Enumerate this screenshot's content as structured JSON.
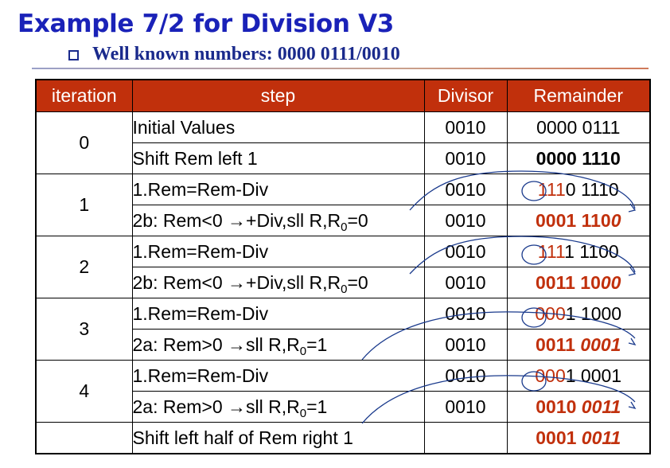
{
  "title": "Example 7/2 for Division V3",
  "subtitle": "Well known numbers: 0000 0111/0010",
  "columns": [
    "iteration",
    "step",
    "Divisor",
    "Remainder"
  ],
  "rows": [
    {
      "iteration": "0",
      "step": "Initial Values",
      "divisor": "0010",
      "rem_a": "0000 0111",
      "rem_b": "",
      "style": "plain"
    },
    {
      "iteration": "",
      "step": "Shift Rem left 1",
      "divisor": "0010",
      "rem_a": "0000 1110",
      "rem_b": "",
      "style": "bold"
    },
    {
      "iteration": "1",
      "step": "1.Rem=Rem-Div",
      "divisor": "0010",
      "rem_a": "1110 1110",
      "rem_b": "",
      "style": "first-red"
    },
    {
      "iteration": "",
      "step_a": "2b: Rem<0 →+Div,sll R,R",
      "step_sub": "0",
      "step_b": "=0",
      "divisor": "0010",
      "rem_a": "0001 110",
      "rem_b": "0",
      "style": "bold-last-italic"
    },
    {
      "iteration": "2",
      "step": "1.Rem=Rem-Div",
      "divisor": "0010",
      "rem_a": "1111 1100",
      "rem_b": "",
      "style": "first-red"
    },
    {
      "iteration": "",
      "step_a": "2b: Rem<0 →+Div,sll R,R",
      "step_sub": "0",
      "step_b": "=0",
      "divisor": "0010",
      "rem_a": "0011 10",
      "rem_b": "00",
      "style": "bold-last-italic"
    },
    {
      "iteration": "3",
      "step": "1.Rem=Rem-Div",
      "divisor": "0010",
      "rem_a": "0001 1000",
      "rem_b": "",
      "style": "first-red"
    },
    {
      "iteration": "",
      "step_a": "2a: Rem>0 →sll R,R",
      "step_sub": "0",
      "step_b": "=1",
      "divisor": "0010",
      "rem_a": "0011 ",
      "rem_b": "0001",
      "style": "bold-last-italic"
    },
    {
      "iteration": "4",
      "step": "1.Rem=Rem-Div",
      "divisor": "0010",
      "rem_a": "0001 0001",
      "rem_b": "",
      "style": "first-red"
    },
    {
      "iteration": "",
      "step_a": "2a: Rem>0 →sll R,R",
      "step_sub": "0",
      "step_b": "=1",
      "divisor": "0010",
      "rem_a": "0010 ",
      "rem_b": "0011",
      "style": "bold-last-italic"
    },
    {
      "iteration": "",
      "step": "Shift left half of Rem right 1",
      "divisor": "",
      "rem_a": "0001 ",
      "rem_b": "0011",
      "style": "bold-last-italic"
    }
  ],
  "colors": {
    "title": "#1a22b8",
    "header_bg": "#c1300c",
    "accent": "#c1300c",
    "arrow": "#1a3a8c"
  }
}
